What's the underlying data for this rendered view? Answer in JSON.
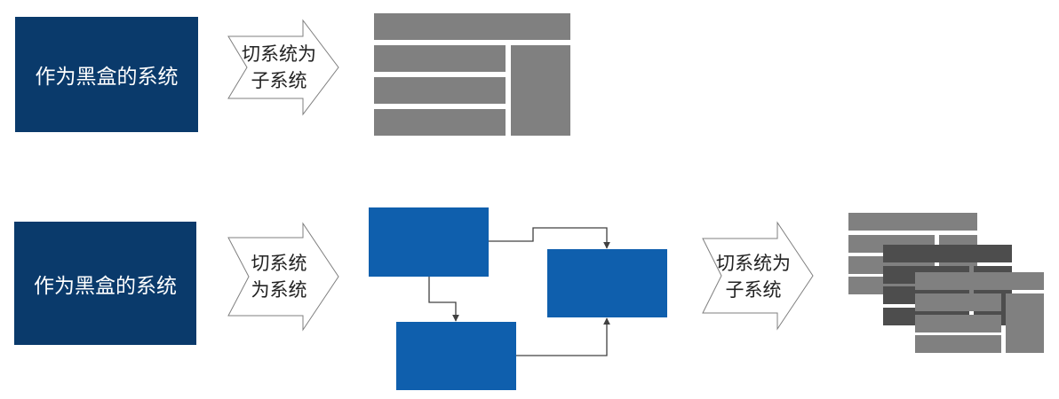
{
  "row1": {
    "black_box_label": "作为黑盒的系统",
    "arrow_line1": "切系统为",
    "arrow_line2": "子系统"
  },
  "row2": {
    "black_box_label": "作为黑盒的系统",
    "arrow1_line1": "切系统",
    "arrow1_line2": "为系统",
    "arrow2_line1": "切系统为",
    "arrow2_line2": "子系统"
  },
  "colors": {
    "navy": "#0a3a6b",
    "blue": "#0f5fad",
    "gray": "#808080",
    "dark_gray": "#4d4d4d",
    "connector": "#404040"
  }
}
